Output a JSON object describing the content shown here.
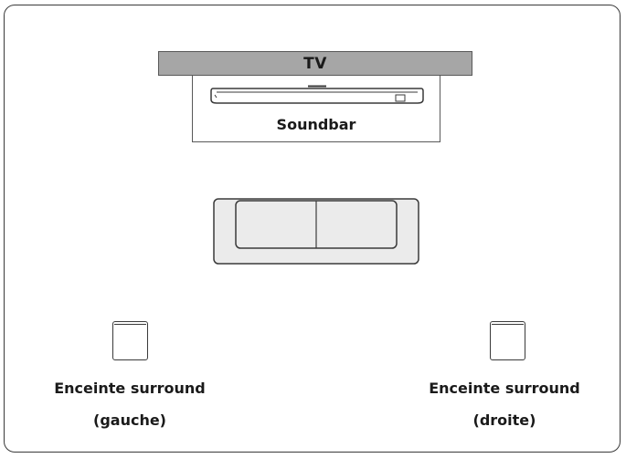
{
  "tv": {
    "label": "TV"
  },
  "soundbar": {
    "label": "Soundbar"
  },
  "speakers": {
    "left": {
      "line1": "Enceinte surround",
      "line2": "(gauche)"
    },
    "right": {
      "line1": "Enceinte surround",
      "line2": "(droite)"
    }
  },
  "colors": {
    "tv_fill": "#a6a6a6",
    "sofa_fill": "#ebebeb",
    "outline": "#3a3a3a"
  }
}
